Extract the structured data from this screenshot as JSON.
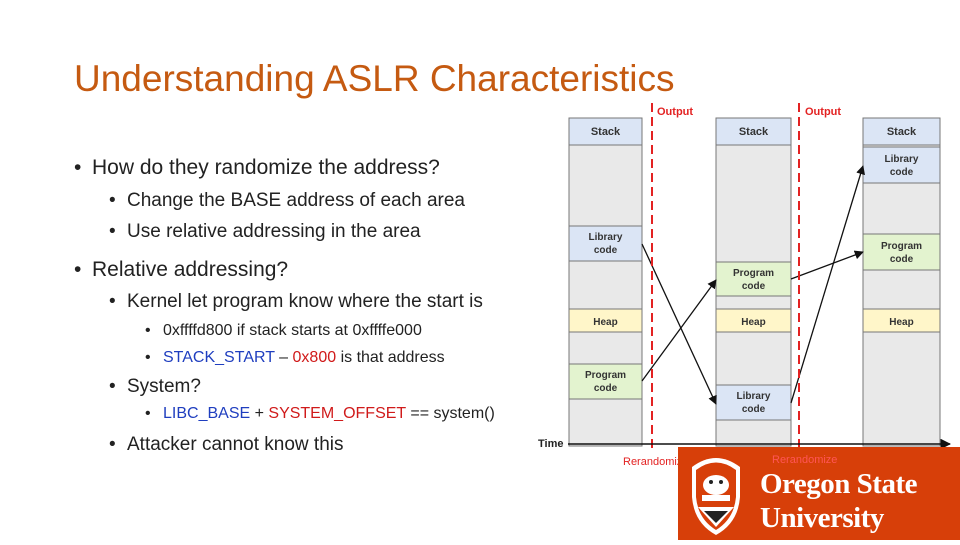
{
  "slide": {
    "title": "Understanding ASLR Characteristics",
    "bullets": {
      "b1": "How do they randomize the address?",
      "b1_1": "Change the BASE address of each area",
      "b1_2": "Use relative addressing in the area",
      "b2": "Relative addressing?",
      "b2_1": "Kernel let program know where the start is",
      "b2_1_1": "0xffffd800 if stack starts at 0xffffe000",
      "b2_1_2a": "STACK_START",
      "b2_1_2b": " – ",
      "b2_1_2c": "0x800",
      "b2_1_2d": " is that address",
      "b2_2": "System?",
      "b2_2_1a": "LIBC_BASE",
      "b2_2_1b": " + ",
      "b2_2_1c": "SYSTEM_OFFSET",
      "b2_2_1d": " == system()",
      "b2_3": "Attacker cannot know this"
    },
    "bullet_char": "•"
  },
  "diagram": {
    "output_label": "Output",
    "time_label": "Time",
    "rerandomize_label": "Rerandomize",
    "columns": [
      [
        "Stack",
        "",
        "Library code",
        "",
        "Heap",
        "Program code",
        ""
      ],
      [
        "Stack",
        "",
        "",
        "Program code",
        "Heap",
        "",
        "Library code"
      ],
      [
        "Stack",
        "Library code",
        "",
        "Program code",
        "Heap",
        "",
        ""
      ]
    ],
    "colors": {
      "accent": "#c55a11",
      "blue_text": "#1f3ebf",
      "red_text": "#d01a1a",
      "output_red": "#e32222",
      "segment_blue": "#dbe5f5",
      "segment_gray": "#e9e9e9",
      "segment_yellow": "#fff6c9",
      "segment_green": "#e3f3cf"
    }
  },
  "logo": {
    "line1": "Oregon State",
    "line2": "University",
    "background": "#d73f09"
  }
}
